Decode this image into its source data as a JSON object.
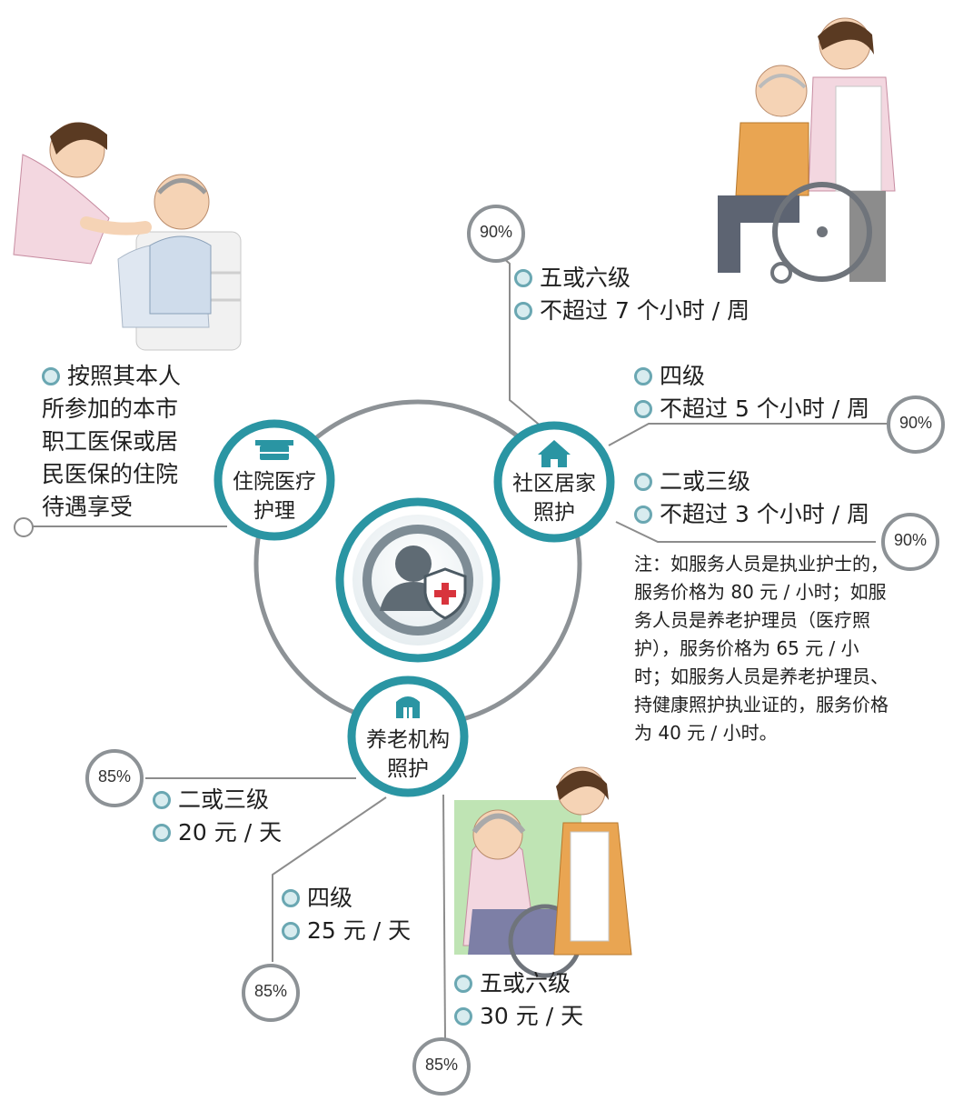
{
  "center": {
    "icon": "person-shield-icon"
  },
  "hospital": {
    "icon": "basket-icon",
    "label_line1": "住院医疗",
    "label_line2": "护理",
    "description": [
      "按照其本人",
      "所参加的本市",
      "职工医保或居",
      "民医保的住院",
      "待遇享受"
    ]
  },
  "community": {
    "icon": "house-icon",
    "label_line1": "社区居家",
    "label_line2": "照护",
    "levels": [
      {
        "level": "五或六级",
        "hours": "不超过 7 个小时 / 周",
        "percent": "90%"
      },
      {
        "level": "四级",
        "hours": "不超过 5 个小时 / 周",
        "percent": "90%"
      },
      {
        "level": "二或三级",
        "hours": "不超过 3 个小时 / 周",
        "percent": "90%"
      }
    ],
    "note": "注：如服务人员是执业护士的，服务价格为 80 元 / 小时；如服务人员是养老护理员（医疗照护），服务价格为 65 元 / 小时；如服务人员是养老护理员、持健康照护执业证的，服务价格为 40 元 / 小时。"
  },
  "institution": {
    "icon": "building-icon",
    "label_line1": "养老机构",
    "label_line2": "照护",
    "levels": [
      {
        "level": "二或三级",
        "price": "20 元 / 天",
        "percent": "85%"
      },
      {
        "level": "四级",
        "price": "25 元 / 天",
        "percent": "85%"
      },
      {
        "level": "五或六级",
        "price": "30 元 / 天",
        "percent": "85%"
      }
    ]
  },
  "colors": {
    "teal_ring": "#2a95a3",
    "grey_ring": "#8d9296",
    "line": "#888888",
    "bullet": "#6aa7b2"
  }
}
